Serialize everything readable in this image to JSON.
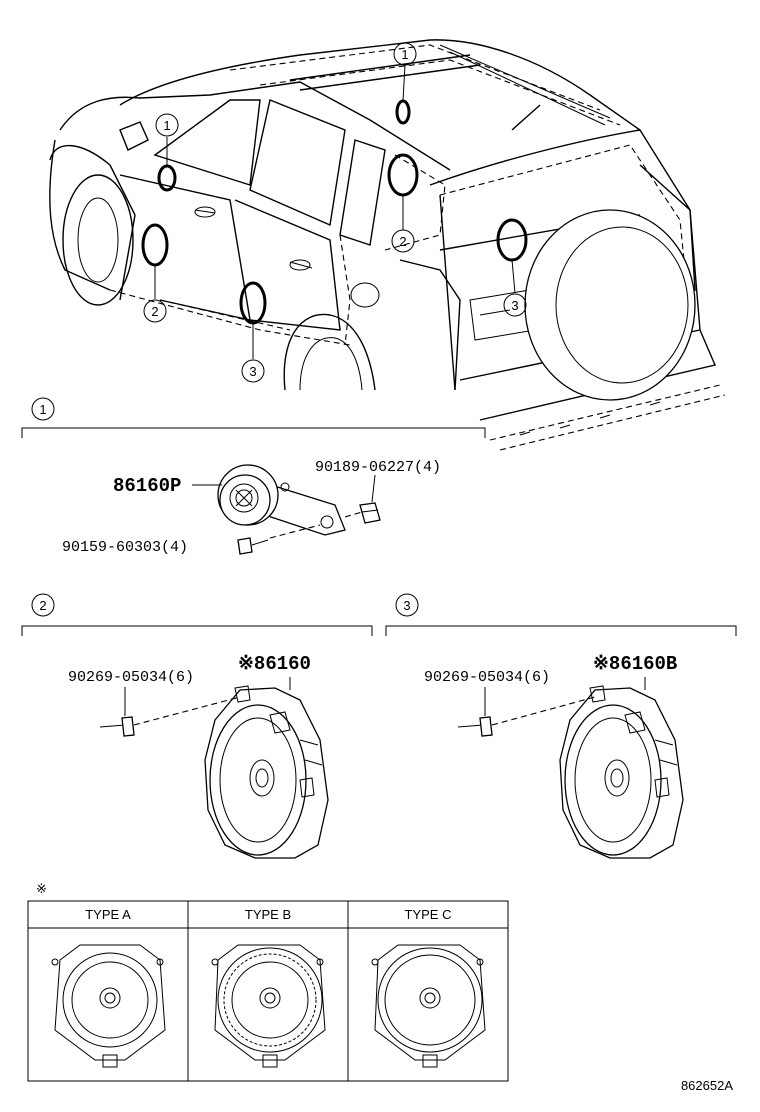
{
  "callouts": {
    "c1": "1",
    "c2": "2",
    "c3": "3"
  },
  "groups": {
    "g1": {
      "number": "1",
      "main_part": "86160P",
      "screw": "90189-06227(4)",
      "bolt": "90159-60303(4)"
    },
    "g2": {
      "number": "2",
      "main_part": "※86160",
      "rivet": "90269-05034(6)"
    },
    "g3": {
      "number": "3",
      "main_part": "※86160B",
      "rivet": "90269-05034(6)"
    }
  },
  "types_table": {
    "note_mark": "※",
    "headers": [
      "TYPE A",
      "TYPE B",
      "TYPE C"
    ]
  },
  "diagram_code": "862652A"
}
